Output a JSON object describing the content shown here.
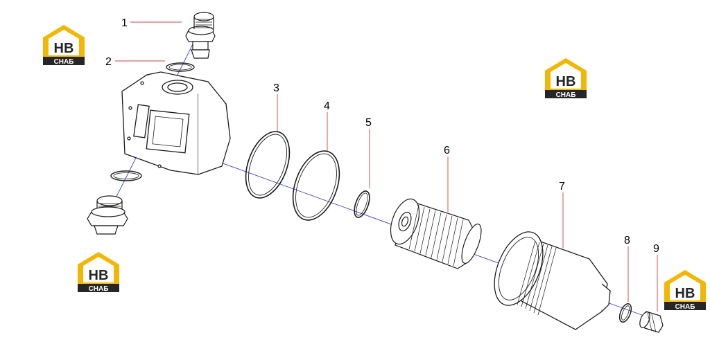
{
  "diagram": {
    "callouts": [
      "1",
      "2",
      "3",
      "4",
      "5",
      "6",
      "7",
      "8",
      "9"
    ]
  },
  "logo": {
    "wordmark": "HB",
    "caption": "CHAБ"
  },
  "colors": {
    "line": "#1a1a1a",
    "axis": "#3b3bd9",
    "leader": "#d04040",
    "logo_yellow": "#f2b705",
    "logo_dark": "#262626",
    "logo_text_yellow": "#f2b705",
    "logo_text_white": "#ffffff"
  }
}
